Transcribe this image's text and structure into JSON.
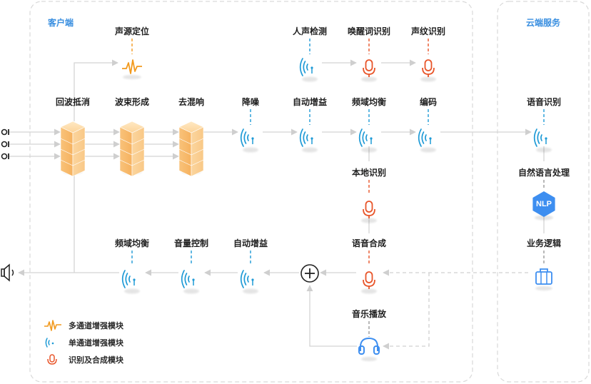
{
  "sections": {
    "client": "客户端",
    "cloud": "云端服务"
  },
  "nodes": {
    "sound_source": "声源定位",
    "voice_detect": "人声检测",
    "wake_word": "唤醒词识别",
    "voiceprint": "声纹识别",
    "echo_cancel": "回波抵消",
    "beamforming": "波束形成",
    "dereverb": "去混响",
    "denoise": "降噪",
    "agc_top": "自动增益",
    "eq_top": "频域均衡",
    "encode": "编码",
    "speech_recog": "语音识别",
    "local_recog": "本地识别",
    "nlu": "自然语言处理",
    "nlp_badge": "NLP",
    "biz_logic": "业务逻辑",
    "tts": "语音合成",
    "music": "音乐播放",
    "agc_bottom": "自动增益",
    "volume": "音量控制",
    "eq_bottom": "频域均衡"
  },
  "legend": [
    {
      "icon": "multi-channel-wave-icon",
      "label": "多通道增强模块"
    },
    {
      "icon": "single-channel-wave-icon",
      "label": "单通道增强模块"
    },
    {
      "icon": "microphone-icon",
      "label": "识别及合成模块"
    }
  ],
  "colors": {
    "section": "#3a8fe0",
    "blue": "#1e9ad6",
    "red": "#e8552a",
    "orange": "#f29a1e",
    "nlp": "#3d8ef0",
    "line": "#d4d4d4",
    "dash": "#d0d0d0"
  }
}
